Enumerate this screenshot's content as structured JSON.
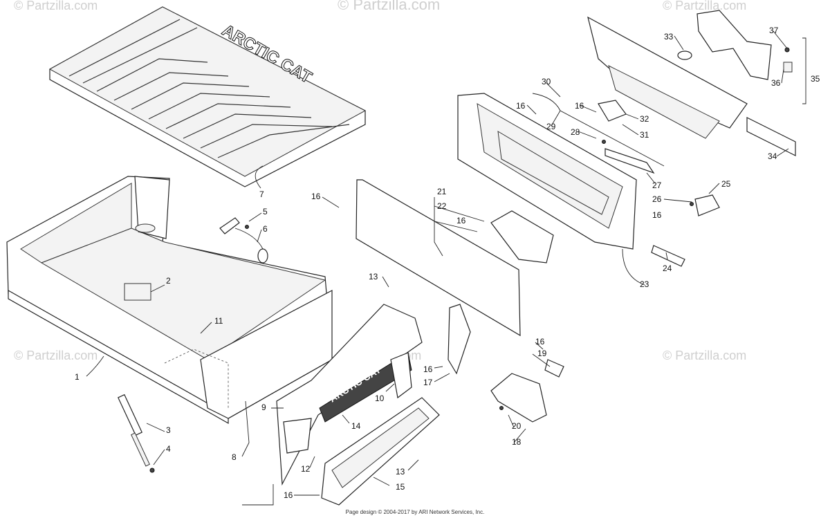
{
  "watermark": {
    "text": "© Partzilla.com",
    "top_text": "© Partzilla.com"
  },
  "footer_text": "Page design © 2004-2017 by ARI Network Services, Inc.",
  "parts": [
    {
      "key": "p1",
      "label": "1"
    },
    {
      "key": "p2",
      "label": "2"
    },
    {
      "key": "p3",
      "label": "3"
    },
    {
      "key": "p4",
      "label": "4"
    },
    {
      "key": "p5",
      "label": "5"
    },
    {
      "key": "p6",
      "label": "6"
    },
    {
      "key": "p7",
      "label": "7"
    },
    {
      "key": "p8",
      "label": "8"
    },
    {
      "key": "p9",
      "label": "9"
    },
    {
      "key": "p10",
      "label": "10"
    },
    {
      "key": "p11",
      "label": "11"
    },
    {
      "key": "p12",
      "label": "12"
    },
    {
      "key": "p13a",
      "label": "13"
    },
    {
      "key": "p13b",
      "label": "13"
    },
    {
      "key": "p14",
      "label": "14"
    },
    {
      "key": "p15",
      "label": "15"
    },
    {
      "key": "p16a",
      "label": "16"
    },
    {
      "key": "p16b",
      "label": "16"
    },
    {
      "key": "p16c",
      "label": "16"
    },
    {
      "key": "p16d",
      "label": "16"
    },
    {
      "key": "p16e",
      "label": "16"
    },
    {
      "key": "p16f",
      "label": "16"
    },
    {
      "key": "p16g",
      "label": "16"
    },
    {
      "key": "p16h",
      "label": "16"
    },
    {
      "key": "p17",
      "label": "17"
    },
    {
      "key": "p18",
      "label": "18"
    },
    {
      "key": "p19",
      "label": "19"
    },
    {
      "key": "p20",
      "label": "20"
    },
    {
      "key": "p21",
      "label": "21"
    },
    {
      "key": "p22",
      "label": "22"
    },
    {
      "key": "p23",
      "label": "23"
    },
    {
      "key": "p24",
      "label": "24"
    },
    {
      "key": "p25",
      "label": "25"
    },
    {
      "key": "p26",
      "label": "26"
    },
    {
      "key": "p27",
      "label": "27"
    },
    {
      "key": "p28",
      "label": "28"
    },
    {
      "key": "p29",
      "label": "29"
    },
    {
      "key": "p30",
      "label": "30"
    },
    {
      "key": "p31",
      "label": "31"
    },
    {
      "key": "p32",
      "label": "32"
    },
    {
      "key": "p33",
      "label": "33"
    },
    {
      "key": "p34",
      "label": "34"
    },
    {
      "key": "p35",
      "label": "35"
    },
    {
      "key": "p36",
      "label": "36"
    },
    {
      "key": "p37",
      "label": "37"
    }
  ],
  "decals": {
    "bed_mat_logo": "ARCTIC CAT",
    "tailgate_logo": "ARCTIC CAT"
  }
}
